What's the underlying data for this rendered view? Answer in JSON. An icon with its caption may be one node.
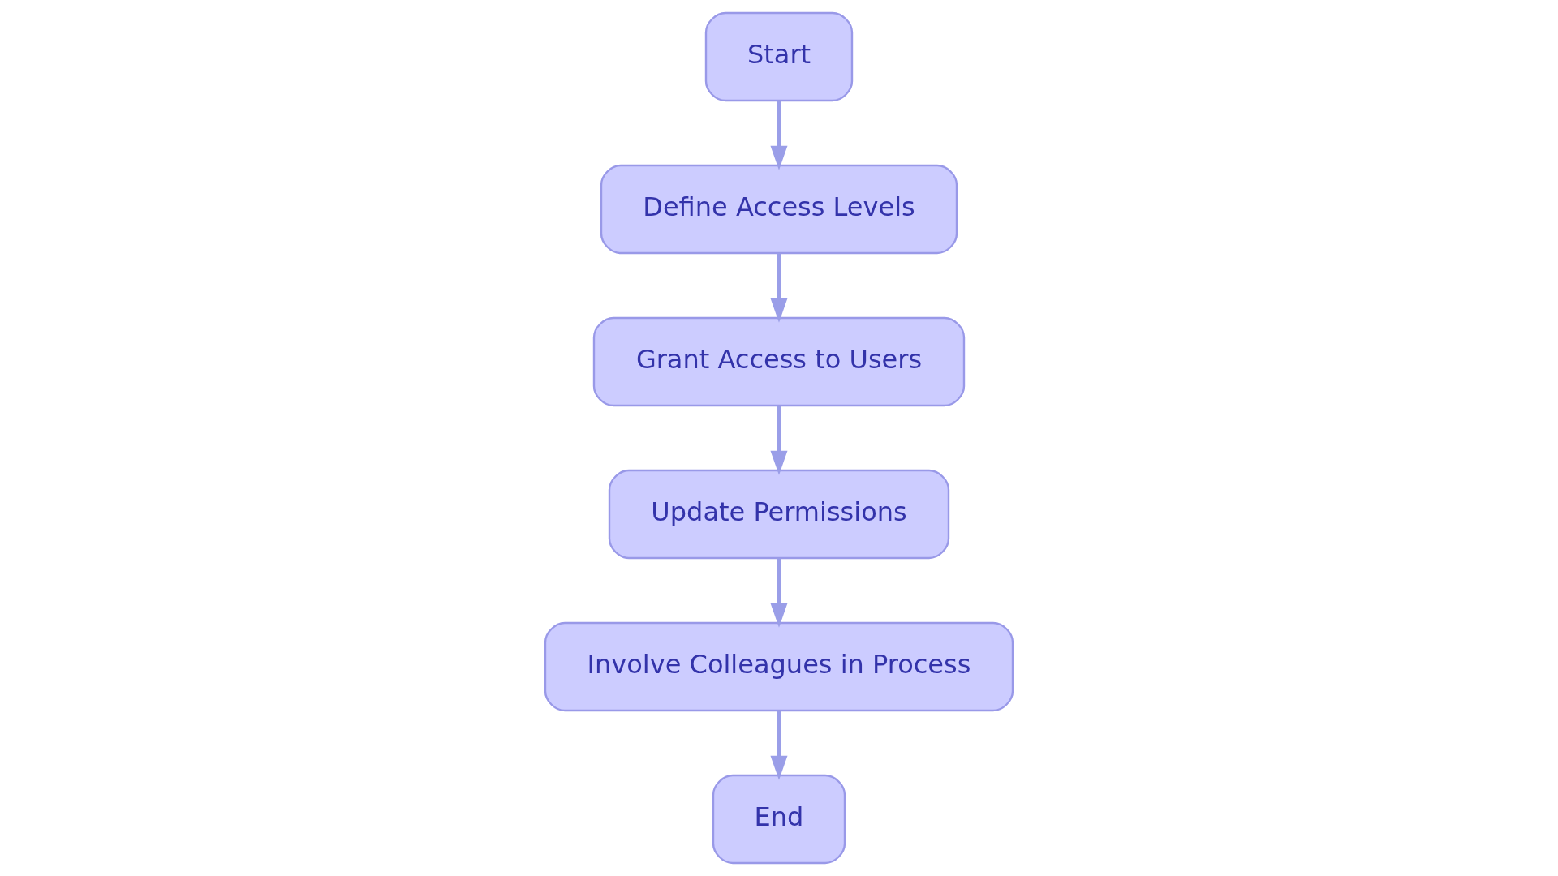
{
  "diagram": {
    "nodes": [
      {
        "text": [
          "Start"
        ]
      },
      {
        "text": [
          "Define Access Levels"
        ]
      },
      {
        "text": [
          "Grant Access to Users"
        ]
      },
      {
        "text": [
          "Update Permissions"
        ]
      },
      {
        "text": [
          "Involve Colleagues in Process"
        ]
      },
      {
        "text": [
          "End"
        ]
      }
    ],
    "edges": [
      {
        "from": 0,
        "to": 1,
        "arrow": "to"
      },
      {
        "from": 1,
        "to": 2,
        "arrow": "to"
      },
      {
        "from": 2,
        "to": 3,
        "arrow": "to"
      },
      {
        "from": 3,
        "to": 4,
        "arrow": "to"
      },
      {
        "from": 4,
        "to": 5,
        "arrow": "to"
      }
    ]
  }
}
